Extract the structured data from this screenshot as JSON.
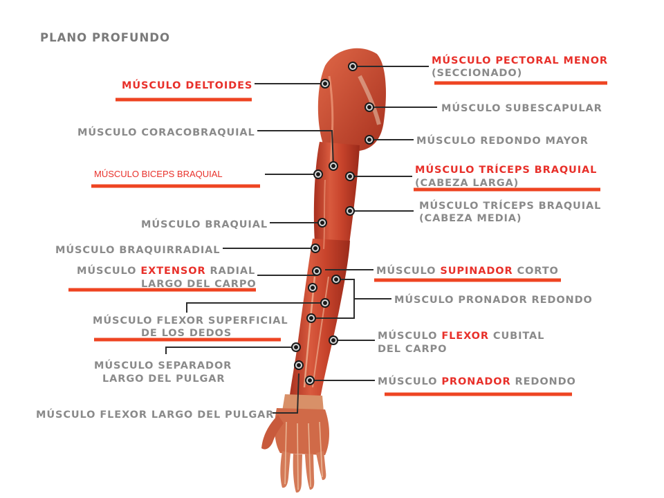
{
  "title": "PLANO PROFUNDO",
  "colors": {
    "accent_red": "#e8302a",
    "underline": "#ee4422",
    "label_gray": "#8a8a8a",
    "muscle": "#c8402a"
  },
  "labels": {
    "deltoides": "MÚSCULO DELTOIDES",
    "coracobraquial": "MÚSCULO CORACOBRAQUIAL",
    "biceps": "MÚSCULO BICEPS BRAQUIAL",
    "braquial": "MÚSCULO BRAQUIAL",
    "braquirradial": "MÚSCULO BRAQUIRRADIAL",
    "extensor_a": "MÚSCULO ",
    "extensor_b": "EXTENSOR",
    "extensor_c": " RADIAL",
    "extensor_line2": "LARGO DEL CARPO",
    "flexor_sup_1": "MÚSCULO FLEXOR SUPERFICIAL",
    "flexor_sup_2": "DE LOS DEDOS",
    "separador_1": "MÚSCULO SEPARADOR",
    "separador_2": "LARGO DEL PULGAR",
    "flexor_largo": "MÚSCULO FLEXOR LARGO DEL PULGAR",
    "pectoral_1": "MÚSCULO PECTORAL MENOR",
    "pectoral_2": "(SECCIONADO)",
    "subescapular": "MÚSCULO SUBESCAPULAR",
    "redondo_mayor": "MÚSCULO REDONDO MAYOR",
    "triceps_larga_1": "MÚSCULO TRÍCEPS BRAQUIAL",
    "triceps_larga_2": "(CABEZA LARGA)",
    "triceps_media_1": "MÚSCULO TRÍCEPS BRAQUIAL",
    "triceps_media_2": "(CABEZA MEDIA)",
    "supinador_a": "MÚSCULO ",
    "supinador_b": "SUPINADOR",
    "supinador_c": " CORTO",
    "pronador_redondo": "MÚSCULO PRONADOR REDONDO",
    "flexor_cubital_a": "MÚSCULO ",
    "flexor_cubital_b": "FLEXOR",
    "flexor_cubital_c": " CUBITAL",
    "flexor_cubital_2": "DEL CARPO",
    "pronador2_a": "MÚSCULO ",
    "pronador2_b": "PRONADOR",
    "pronador2_c": " REDONDO"
  }
}
